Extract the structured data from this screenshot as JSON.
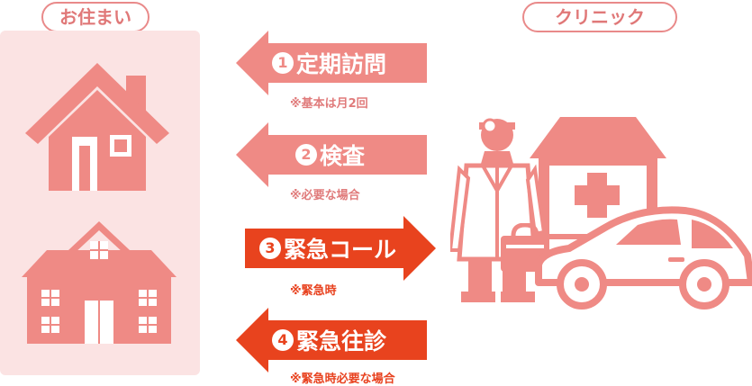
{
  "labels": {
    "home": "お住まい",
    "clinic": "クリニック"
  },
  "arrows": [
    {
      "number": "1",
      "title": "定期訪問",
      "note": "※基本は月2回",
      "direction": "left",
      "color": "#ef8a85"
    },
    {
      "number": "2",
      "title": "検査",
      "note": "※必要な場合",
      "direction": "left",
      "color": "#ef8a85"
    },
    {
      "number": "3",
      "title": "緊急コール",
      "note": "※緊急時",
      "direction": "right",
      "color": "#e8431e"
    },
    {
      "number": "4",
      "title": "緊急往診",
      "note": "※緊急時必要な場合",
      "direction": "left",
      "color": "#e8431e"
    }
  ],
  "icons": {
    "house_top": "house-icon",
    "house_bottom": "two-story-house-icon",
    "doctor": "doctor-icon",
    "clinic": "clinic-building-icon",
    "car": "car-icon",
    "bag": "medical-bag-icon"
  },
  "colors": {
    "accent": "#ef8a85",
    "urgent": "#e8431e",
    "panel": "#fbe3e3"
  }
}
